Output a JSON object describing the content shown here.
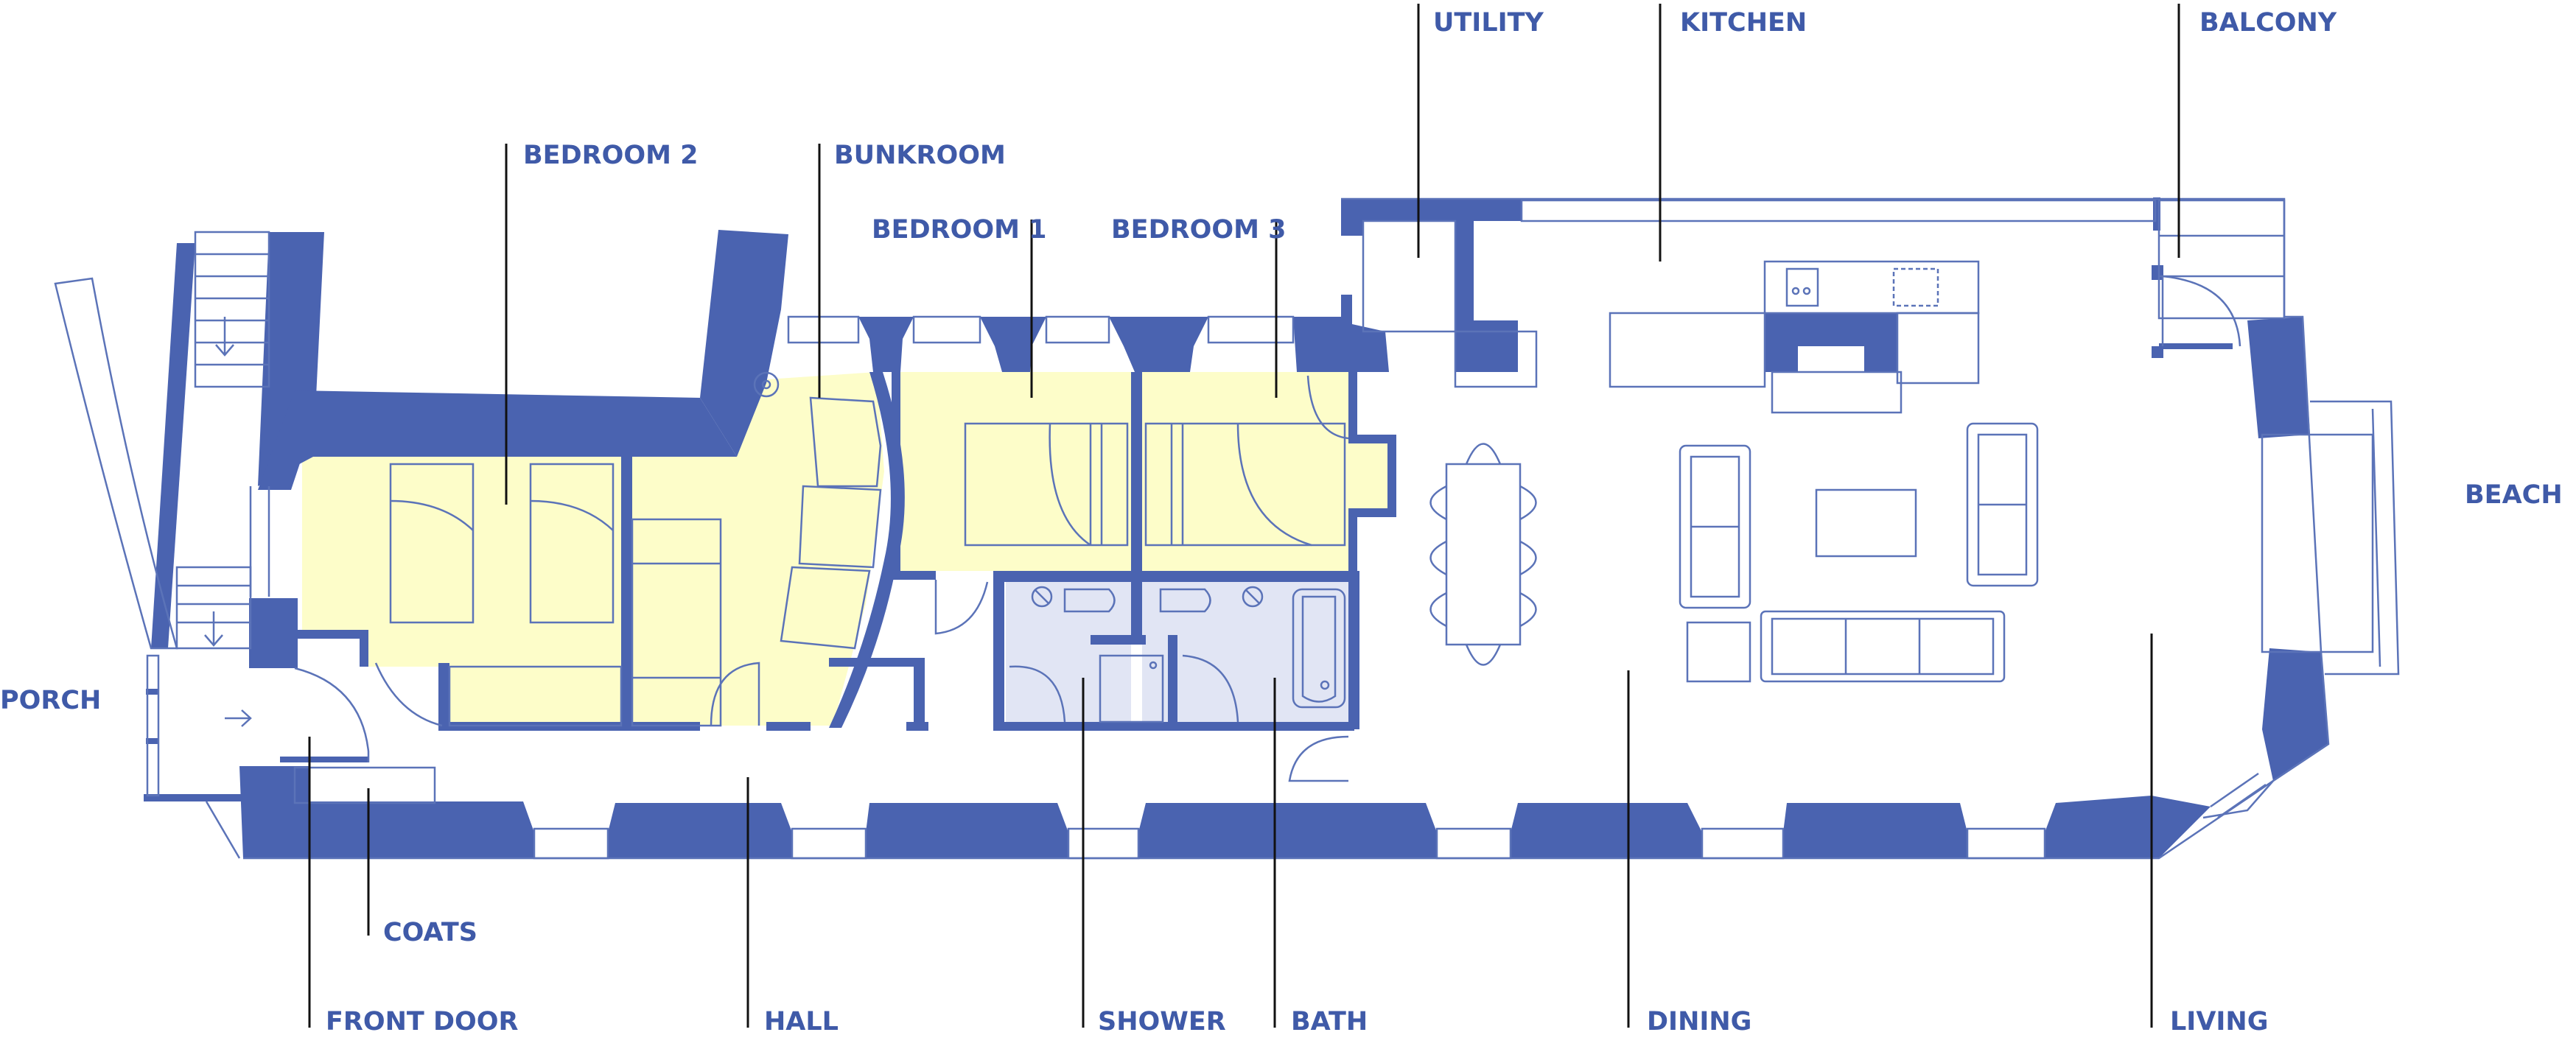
{
  "plan": {
    "colors": {
      "wall": "#4a63b0",
      "bedroom_fill": "#fdfdc9",
      "bathroom_fill": "#e1e5f4",
      "fixture_line": "#5b73b8",
      "label": "#3f5aa8",
      "leader": "#111111"
    },
    "labels": {
      "utility": "UTILITY",
      "kitchen": "KITCHEN",
      "balcony": "BALCONY",
      "bedroom2": "BEDROOM 2",
      "bunkroom": "BUNKROOM",
      "bedroom1": "BEDROOM 1",
      "bedroom3": "BEDROOM 3",
      "beach": "BEACH",
      "porch": "PORCH",
      "coats": "COATS",
      "front_door": "FRONT DOOR",
      "hall": "HALL",
      "shower": "SHOWER",
      "bath": "BATH",
      "dining": "DINING",
      "living": "LIVING"
    }
  }
}
